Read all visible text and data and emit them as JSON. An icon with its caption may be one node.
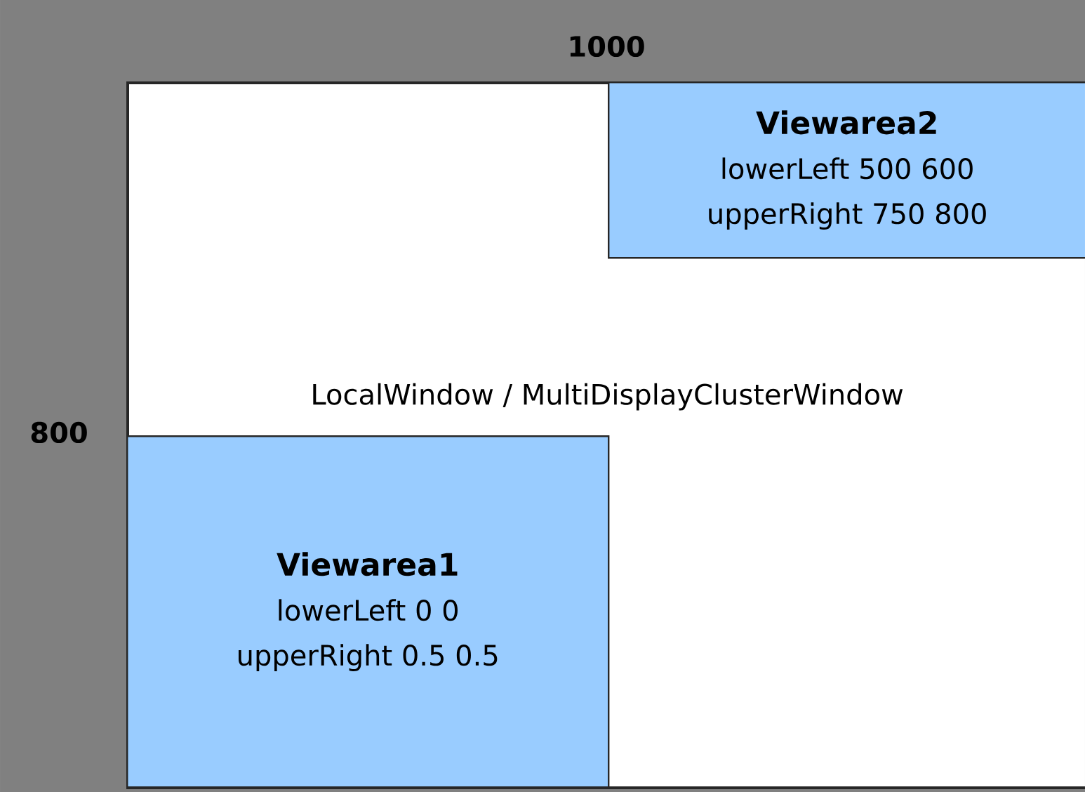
{
  "diagram": {
    "nodes": [
      {
        "text": [
          "LocalWindow / MultiDisplayClusterWindow"
        ]
      },
      {
        "text": [
          "Viewarea2",
          "lowerLeft 500 600",
          "upperRight 750 800"
        ],
        "in": 0
      },
      {
        "text": [
          "Viewarea1",
          "lowerLeft 0 0",
          "upperRight 0.5 0.5"
        ],
        "in": 0
      }
    ],
    "labels": [
      "1000",
      "800"
    ]
  }
}
